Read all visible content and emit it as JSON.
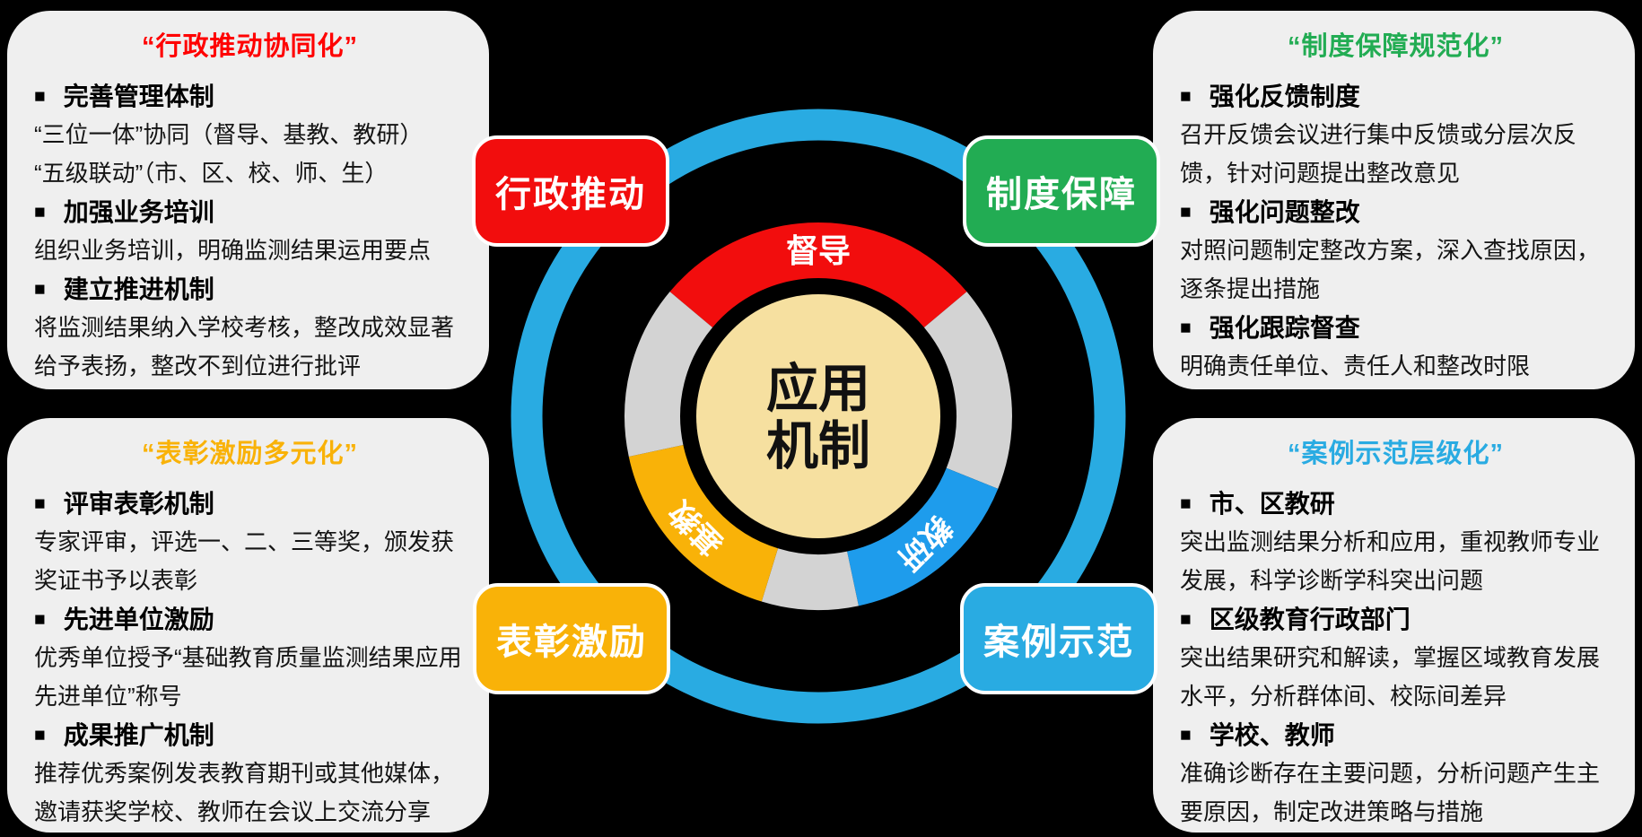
{
  "colors": {
    "background": "#000000",
    "panel_bg": "#EFEFEF",
    "red": "#F20D0D",
    "red_title": "#FF0000",
    "green": "#22AC53",
    "gold": "#F9B208",
    "cyan": "#29ABE2",
    "segment_blue": "#1E9CEC",
    "segment_gray": "#D3D3D3",
    "core_fill": "#F6E0A0",
    "white": "#FFFFFF"
  },
  "center": {
    "core_line1": "应用",
    "core_line2": "机制",
    "segment_top": "督导",
    "segment_bottom_left": "基教",
    "segment_bottom_right": "教研"
  },
  "nodes": [
    {
      "label": "行政推动",
      "color": "#F20D0D"
    },
    {
      "label": "制度保障",
      "color": "#22AC53"
    },
    {
      "label": "表彰激励",
      "color": "#F9B208"
    },
    {
      "label": "案例示范",
      "color": "#29ABE2"
    }
  ],
  "panels": [
    {
      "title": "“行政推动协同化”",
      "title_color": "#FF0000",
      "items": [
        {
          "type": "header",
          "text": "完善管理体制"
        },
        {
          "type": "body",
          "text": "“三位一体”协同（督导、基教、教研）"
        },
        {
          "type": "body",
          "text": "“五级联动”（市、区、校、师、生）"
        },
        {
          "type": "header",
          "text": "加强业务培训"
        },
        {
          "type": "body",
          "text": "组织业务培训，明确监测结果运用要点"
        },
        {
          "type": "header",
          "text": "建立推进机制"
        },
        {
          "type": "body",
          "text": "将监测结果纳入学校考核，整改成效显著给予表扬，整改不到位进行批评"
        }
      ]
    },
    {
      "title": "“制度保障规范化”",
      "title_color": "#22AC53",
      "items": [
        {
          "type": "header",
          "text": "强化反馈制度"
        },
        {
          "type": "body",
          "text": "召开反馈会议进行集中反馈或分层次反馈，针对问题提出整改意见"
        },
        {
          "type": "header",
          "text": "强化问题整改"
        },
        {
          "type": "body",
          "text": "对照问题制定整改方案，深入查找原因，逐条提出措施"
        },
        {
          "type": "header",
          "text": "强化跟踪督查"
        },
        {
          "type": "body",
          "text": "明确责任单位、责任人和整改时限"
        }
      ]
    },
    {
      "title": "“表彰激励多元化”",
      "title_color": "#F9B208",
      "items": [
        {
          "type": "header",
          "text": "评审表彰机制"
        },
        {
          "type": "body",
          "text": "专家评审，评选一、二、三等奖，颁发获奖证书予以表彰"
        },
        {
          "type": "header",
          "text": "先进单位激励"
        },
        {
          "type": "body",
          "text": "优秀单位授予“基础教育质量监测结果应用先进单位”称号"
        },
        {
          "type": "header",
          "text": "成果推广机制"
        },
        {
          "type": "body",
          "text": "推荐优秀案例发表教育期刊或其他媒体，邀请获奖学校、教师在会议上交流分享"
        }
      ]
    },
    {
      "title": "“案例示范层级化”",
      "title_color": "#29ABE2",
      "items": [
        {
          "type": "header",
          "text": "市、区教研"
        },
        {
          "type": "body",
          "text": "突出监测结果分析和应用，重视教师专业发展，科学诊断学科突出问题"
        },
        {
          "type": "header",
          "text": "区级教育行政部门"
        },
        {
          "type": "body",
          "text": "突出结果研究和解读，掌握区域教育发展水平，分析群体间、校际间差异"
        },
        {
          "type": "header",
          "text": "学校、教师"
        },
        {
          "type": "body",
          "text": "准确诊断存在主要问题，分析问题产生主要原因，制定改进策略与措施"
        }
      ]
    }
  ]
}
